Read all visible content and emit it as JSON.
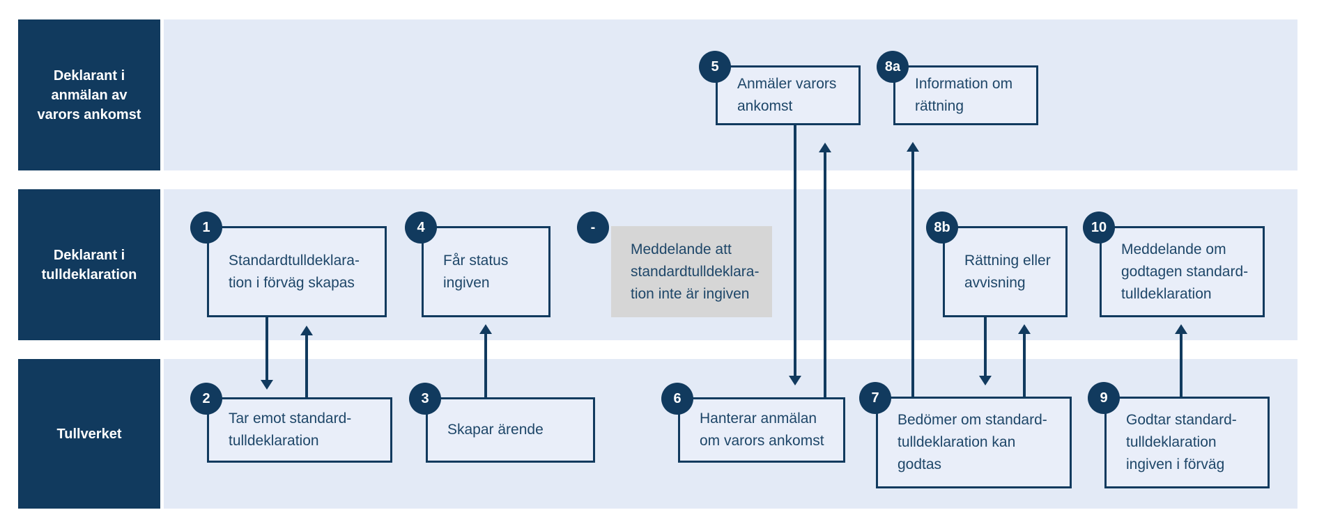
{
  "diagram": {
    "lanes": [
      {
        "label": "Deklarant i\nanmälan av\nvarors ankomst"
      },
      {
        "label": "Deklarant i\ntulldeklaration"
      },
      {
        "label": "Tullverket"
      }
    ],
    "nodes": {
      "s1": {
        "badge": "1",
        "text": "Standardtulldeklara-\ntion i förväg skapas"
      },
      "s2": {
        "badge": "2",
        "text": "Tar emot standard-\ntulldeklaration"
      },
      "s3": {
        "badge": "3",
        "text": "Skapar ärende"
      },
      "s4": {
        "badge": "4",
        "text": "Får status\ningiven"
      },
      "s5": {
        "badge": "5",
        "text": "Anmäler varors\nankomst"
      },
      "s6": {
        "badge": "6",
        "text": "Hanterar anmälan\nom varors ankomst"
      },
      "s7": {
        "badge": "7",
        "text": "Bedömer om standard-\ntulldeklaration kan\ngodtas"
      },
      "s8a": {
        "badge": "8a",
        "text": "Information om\nrättning"
      },
      "s8b": {
        "badge": "8b",
        "text": "Rättning eller\navvisning"
      },
      "s9": {
        "badge": "9",
        "text": "Godtar standard-\ntulldeklaration\ningiven i förväg"
      },
      "s10": {
        "badge": "10",
        "text": "Meddelande om\ngodtagen standard-\ntulldeklaration"
      },
      "sx": {
        "badge": "-",
        "text": "Meddelande att\nstandardtulldeklara-\ntion inte är ingiven"
      }
    },
    "colors": {
      "navy": "#113a5e",
      "laneBg": "#e3eaf6",
      "boxFill": "#e9eef9",
      "grayFill": "#d6d6d6",
      "textCol": "#1e4668",
      "headerText": "#ffffff"
    }
  }
}
